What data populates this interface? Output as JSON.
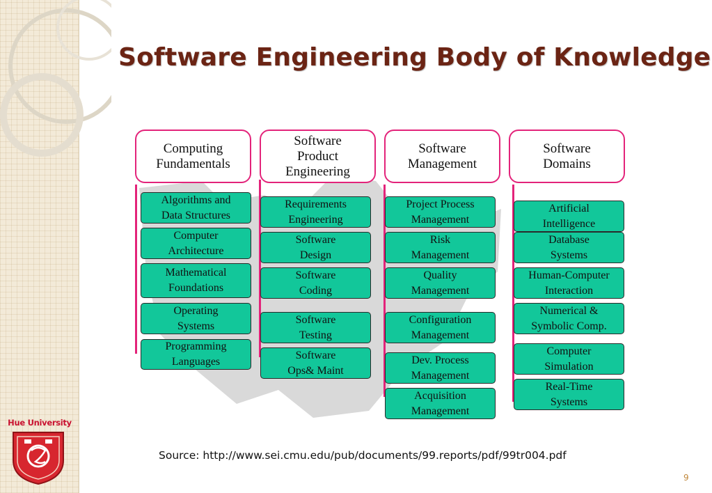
{
  "title": "Software Engineering Body of Knowledge",
  "source": "Source: http://www.sei.cmu.edu/pub/documents/99.reports/pdf/99tr004.pdf",
  "page_number": "9",
  "logo_text": "Hue University",
  "colors": {
    "title": "#6b2414",
    "accent": "#e3237a",
    "box_fill": "#12c79a"
  },
  "columns": [
    {
      "heading": "Computing\nFundamentals",
      "items": [
        "Algorithms and\nData Structures",
        "Computer\nArchitecture",
        "Mathematical\nFoundations",
        "Operating\nSystems",
        "Programming\nLanguages"
      ]
    },
    {
      "heading": "Software\nProduct\nEngineering",
      "items": [
        "Requirements\nEngineering",
        "Software\nDesign",
        "Software\nCoding",
        "Software\nTesting",
        "Software\nOps& Maint"
      ]
    },
    {
      "heading": "Software\nManagement",
      "items": [
        "Project Process\nManagement",
        "Risk\nManagement",
        "Quality\nManagement",
        "Configuration\nManagement",
        "Dev. Process\nManagement",
        "Acquisition\nManagement"
      ]
    },
    {
      "heading": "Software\nDomains",
      "items": [
        "Artificial\nIntelligence",
        "Database\nSystems",
        "Human-Computer\nInteraction",
        "Numerical &\nSymbolic Comp.",
        "Computer\nSimulation",
        "Real-Time\nSystems"
      ]
    }
  ]
}
